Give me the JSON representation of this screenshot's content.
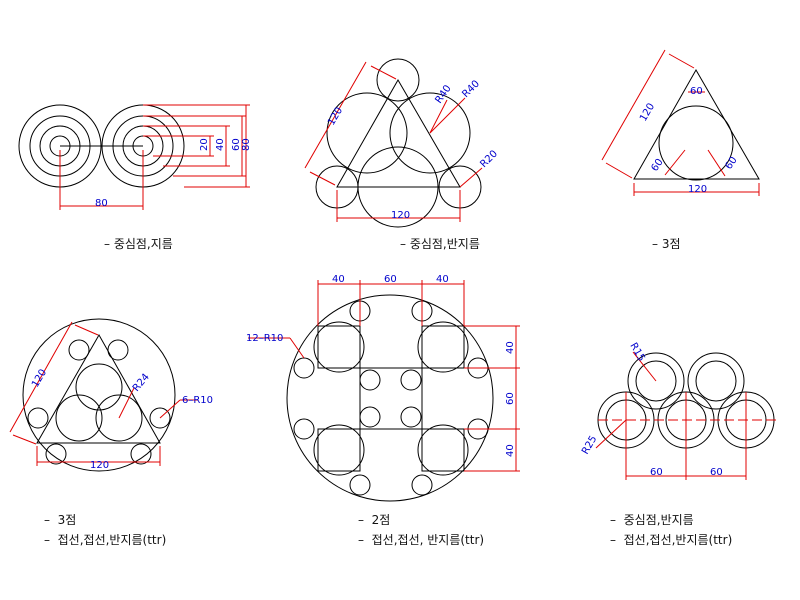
{
  "colors": {
    "geometry": "#000000",
    "dimension": "#e00000",
    "dim_text": "#0000cc",
    "text": "#111111"
  },
  "captions": {
    "fig1": "– 중심점,지름",
    "fig2": "– 중심점,반지름",
    "fig3": "– 3점",
    "fig4_line1": "–  3점",
    "fig4_line2": "–  접선,접선,반지름(ttr)",
    "fig5_line1": "–  2점",
    "fig5_line2": "–  접선,접선, 반지름(ttr)",
    "fig6_line1": "–  중심점,반지름",
    "fig6_line2": "–  접선,접선,반지름(ttr)"
  },
  "dims": {
    "fig1": {
      "bottom": "80",
      "d20": "20",
      "d40": "40",
      "d60": "60",
      "d80": "80"
    },
    "fig2": {
      "side": "120",
      "r40a": "R40",
      "r40b": "R40",
      "r20": "R20",
      "bottom": "120"
    },
    "fig3": {
      "side": "120",
      "d60": "60",
      "d60b": "60",
      "d60c": "60",
      "bottom": "120"
    },
    "fig4": {
      "side": "120",
      "r24": "R24",
      "r10": "6–R10",
      "bottom": "120"
    },
    "fig5": {
      "r10": "12–R10",
      "top40a": "40",
      "top60": "60",
      "top40b": "40",
      "right40a": "40",
      "right60": "60",
      "right40b": "40"
    },
    "fig6": {
      "r15": "R15",
      "r25": "R25",
      "d60a": "60",
      "d60b": "60"
    }
  }
}
